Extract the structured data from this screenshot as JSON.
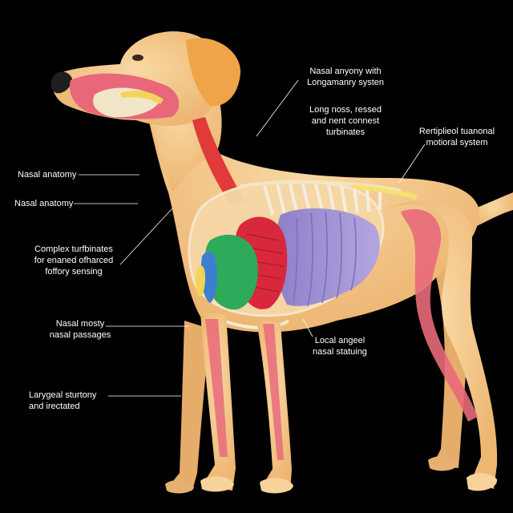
{
  "labels": {
    "nasal_anyony": {
      "line1": "Nasal anyony with",
      "line2": "Longamanry systen"
    },
    "long_noss": {
      "line1": "Long noss, ressed",
      "line2": "and nent connest",
      "line3": "turbinates"
    },
    "retriplieol": {
      "line1": "Rertiplieol tuanonal",
      "line2": "motioral system"
    },
    "nasal_anatomy_1": {
      "text": "Nasal anatomy"
    },
    "nasal_anatomy_2": {
      "text": "Nasal anatomy"
    },
    "complex": {
      "line1": "Complex turfbinates",
      "line2": "for enaned ofharced",
      "line3": "foffory sensing"
    },
    "nasal_mosty": {
      "line1": "Nasal mosty",
      "line2": "nasal passages"
    },
    "local_angeel": {
      "line1": "Local angeel",
      "line2": "nasal statuing"
    },
    "larygeal": {
      "line1": "Larygeal sturtony",
      "line2": "and irectated"
    }
  },
  "colors": {
    "background": "#000000",
    "fur": "#F2C17E",
    "fur_light": "#F7D29A",
    "ear": "#F0A94C",
    "muscle": "#E86A7A",
    "trachea": "#E03A3A",
    "heart": "#D9283B",
    "lung_purple": "#9A8BD0",
    "green_organ": "#2DAA5A",
    "ribs": "#F4EEDC",
    "nose": "#1E1E1E",
    "leader_line": "#FFFFFF"
  }
}
